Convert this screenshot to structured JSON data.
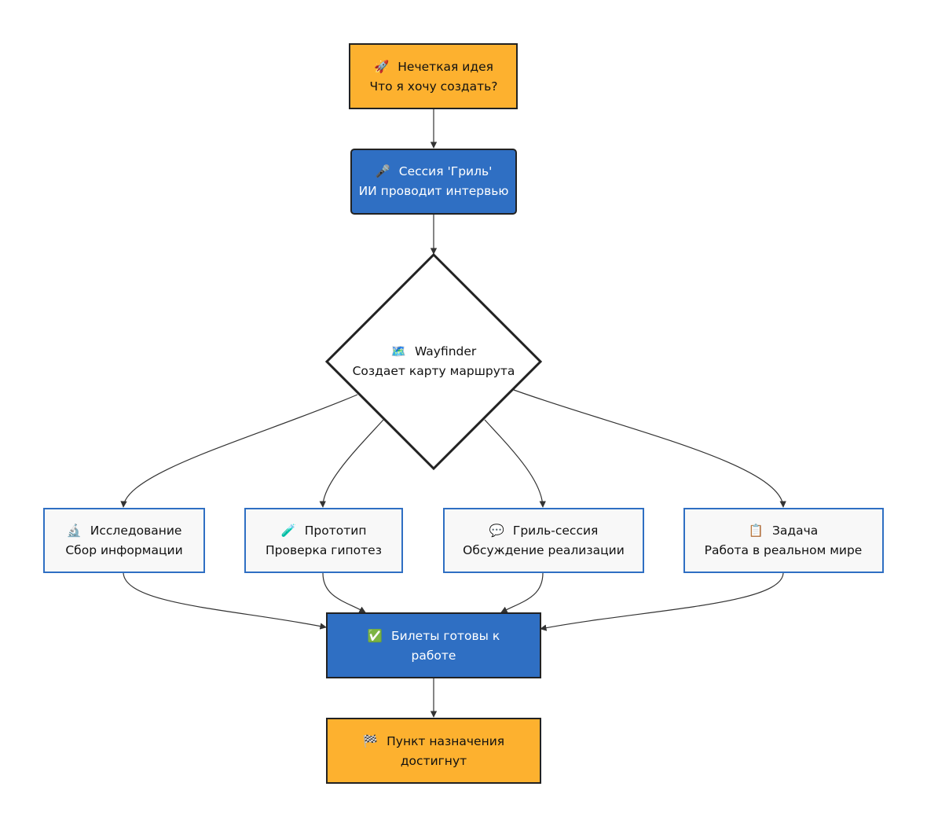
{
  "colors": {
    "orange_fill": "#FDB12F",
    "blue_fill": "#2F6FC3",
    "light_fill": "#F8F8F8",
    "border_dark": "#222222",
    "border_blue": "#2F6FC3",
    "text_dark": "#111111",
    "text_light": "#FFFFFF",
    "edge": "#333333"
  },
  "nodes": {
    "idea": {
      "icon": "🚀",
      "line1": "Нечеткая идея",
      "line2": "Что я хочу создать?",
      "icon_name": "rocket-icon"
    },
    "grill": {
      "icon": "🎤",
      "line1": "Сессия 'Гриль'",
      "line2": "ИИ проводит интервью",
      "icon_name": "microphone-icon"
    },
    "wayfinder": {
      "icon": "🗺️",
      "line1": "Wayfinder",
      "line2": "Создает карту маршрута",
      "icon_name": "map-icon"
    },
    "research": {
      "icon": "🔬",
      "line1": "Исследование",
      "line2": "Сбор информации",
      "icon_name": "microscope-icon"
    },
    "prototype": {
      "icon": "🧪",
      "line1": "Прототип",
      "line2": "Проверка гипотез",
      "icon_name": "test-tube-icon"
    },
    "grill_session": {
      "icon": "💬",
      "line1": "Гриль-сессия",
      "line2": "Обсуждение реализации",
      "icon_name": "speech-bubble-icon"
    },
    "task": {
      "icon": "📋",
      "line1": "Задача",
      "line2": "Работа в реальном мире",
      "icon_name": "clipboard-icon"
    },
    "tickets": {
      "icon": "✅",
      "line1": "Билеты готовы к",
      "line2": "работе",
      "icon_name": "check-mark-icon"
    },
    "destination": {
      "icon": "🏁",
      "line1": "Пункт назначения",
      "line2": "достигнут",
      "icon_name": "checkered-flag-icon"
    }
  }
}
